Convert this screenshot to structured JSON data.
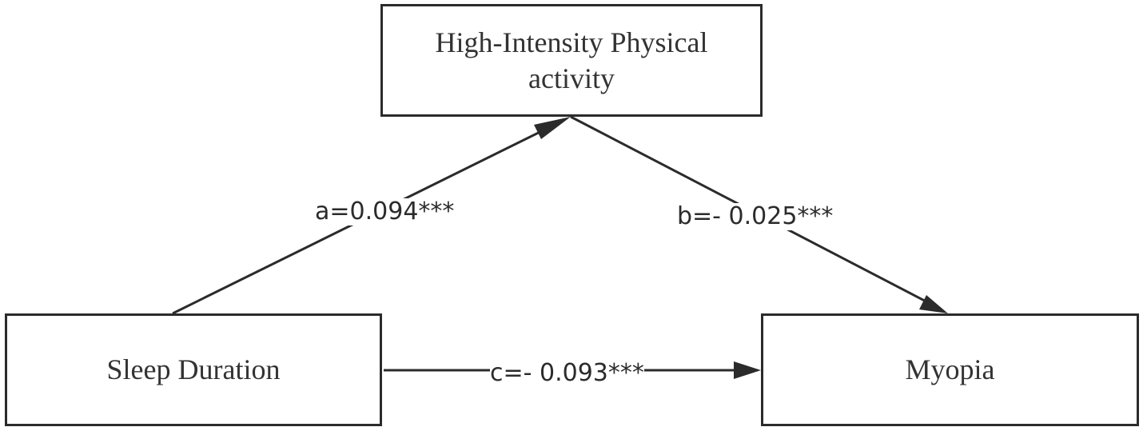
{
  "nodes": {
    "mediator": "High-Intensity Physical activity",
    "independent": "Sleep Duration",
    "dependent": "Myopia"
  },
  "paths": {
    "a": "a=0.094***",
    "b": "b=- 0.025***",
    "c": "c=- 0.093***"
  }
}
